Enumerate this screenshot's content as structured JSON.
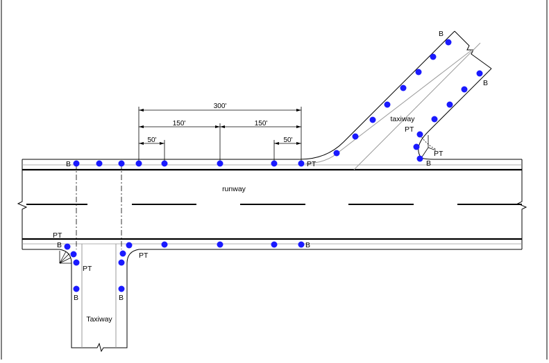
{
  "labels": {
    "runway": "runway",
    "taxiway_upper": "taxiway",
    "taxiway_lower": "Taxiway",
    "pt": "PT",
    "b": "B"
  },
  "dimensions": {
    "total": "300'",
    "half_left": "150'",
    "half_right": "150'",
    "end_left": "50'",
    "end_right": "50'"
  },
  "colors": {
    "light": "#1a1aff",
    "edge": "#000000",
    "centerline": "#000000"
  }
}
